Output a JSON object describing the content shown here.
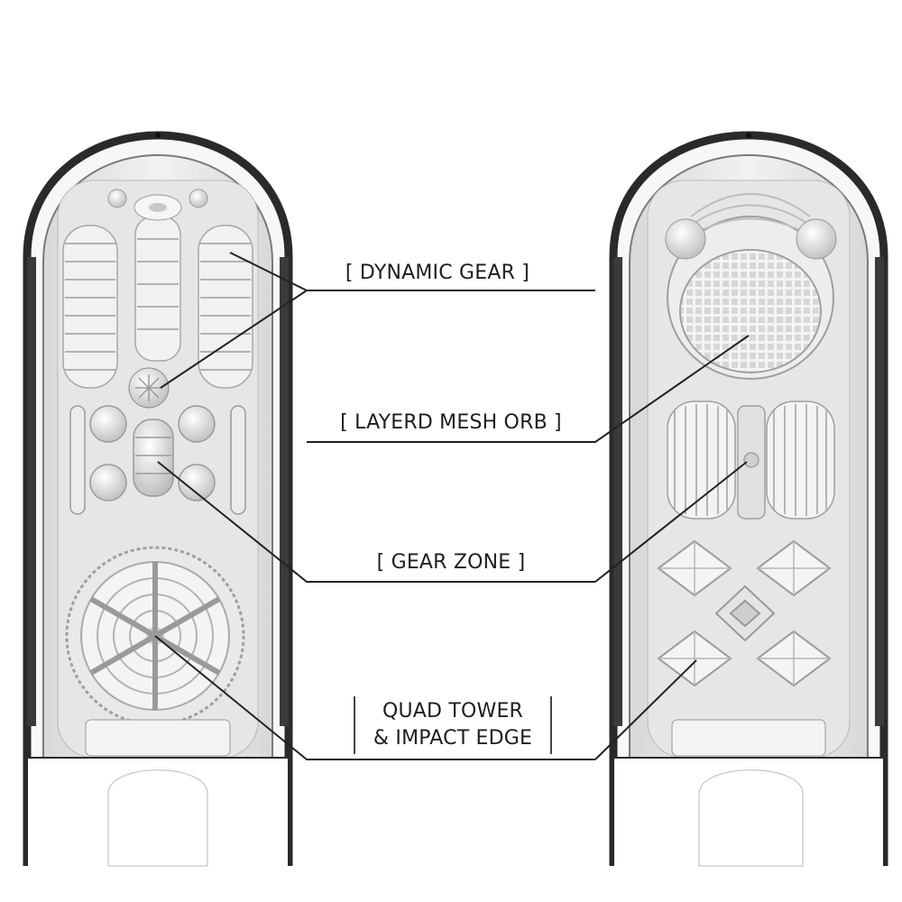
{
  "labels": {
    "dynamic_gear": "[ DYNAMIC GEAR ]",
    "layered_mesh_orb": "[ LAYERD MESH ORB ]",
    "gear_zone": "[ GEAR ZONE ]",
    "quad_tower_line1": "QUAD TOWER",
    "quad_tower_line2": "& IMPACT EDGE"
  },
  "colors": {
    "shell_dark": "#2a2a2a",
    "interior": "#e9e9e9",
    "relief": "#cfcfcf",
    "leader": "#222222"
  }
}
